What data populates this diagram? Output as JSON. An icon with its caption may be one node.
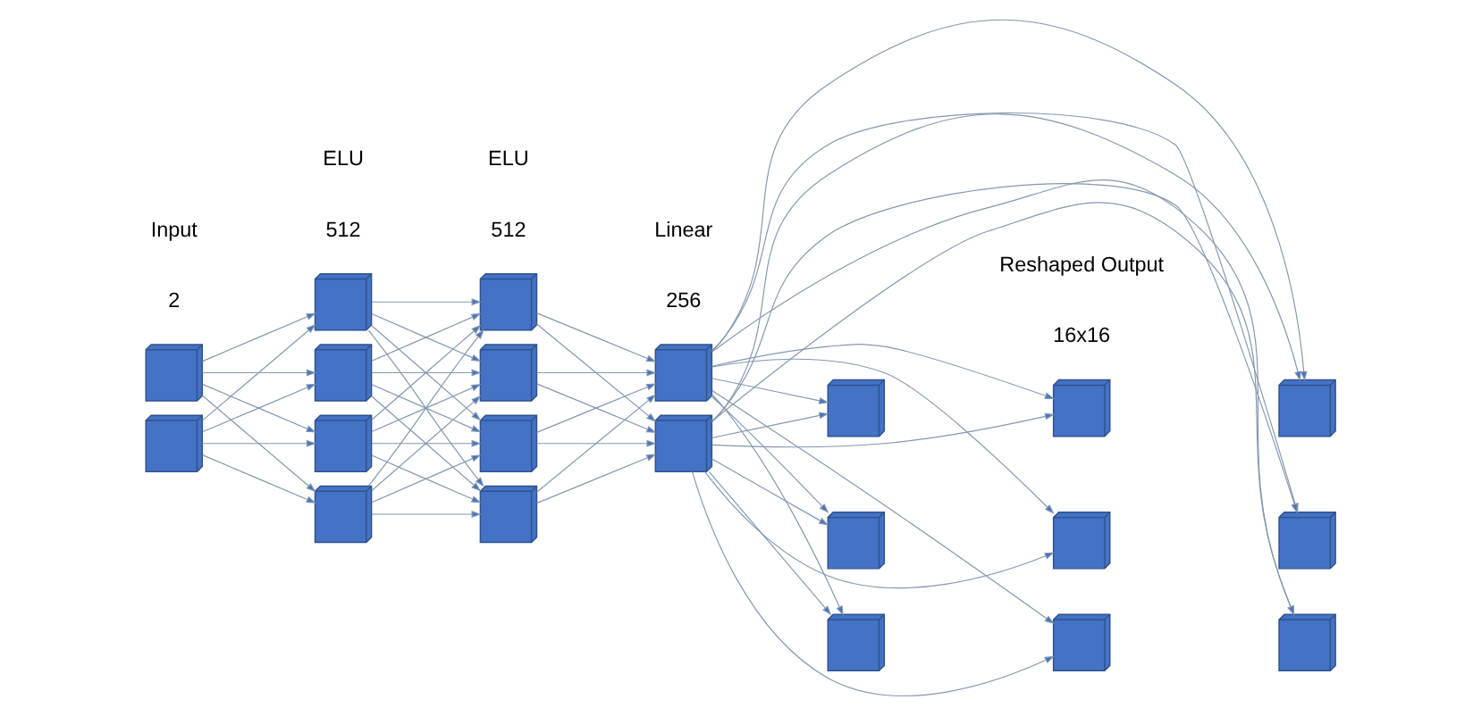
{
  "diagram": {
    "nodes": [
      {
        "text": [],
        "shape": "box"
      },
      {
        "text": [],
        "shape": "box"
      },
      {
        "text": [],
        "shape": "box"
      },
      {
        "text": [],
        "shape": "box"
      },
      {
        "text": [],
        "shape": "box"
      },
      {
        "text": [],
        "shape": "box"
      },
      {
        "text": [],
        "shape": "box"
      },
      {
        "text": [],
        "shape": "box"
      },
      {
        "text": [],
        "shape": "box"
      },
      {
        "text": [],
        "shape": "box"
      },
      {
        "text": [],
        "shape": "box"
      },
      {
        "text": [],
        "shape": "box"
      },
      {
        "text": [],
        "shape": "box"
      },
      {
        "text": [],
        "shape": "box"
      },
      {
        "text": [],
        "shape": "box"
      },
      {
        "text": [],
        "shape": "box"
      },
      {
        "text": [],
        "shape": "box"
      },
      {
        "text": [],
        "shape": "box"
      },
      {
        "text": [],
        "shape": "box"
      },
      {
        "text": [],
        "shape": "box"
      },
      {
        "text": [],
        "shape": "box"
      }
    ],
    "edges": [
      {
        "from": 0,
        "to": 2,
        "arrow": "to"
      },
      {
        "from": 0,
        "to": 3,
        "arrow": "to"
      },
      {
        "from": 0,
        "to": 4,
        "arrow": "to"
      },
      {
        "from": 0,
        "to": 5,
        "arrow": "to"
      },
      {
        "from": 1,
        "to": 2,
        "arrow": "to"
      },
      {
        "from": 1,
        "to": 3,
        "arrow": "to"
      },
      {
        "from": 1,
        "to": 4,
        "arrow": "to"
      },
      {
        "from": 1,
        "to": 5,
        "arrow": "to"
      },
      {
        "from": 2,
        "to": 6,
        "arrow": "to"
      },
      {
        "from": 2,
        "to": 7,
        "arrow": "to"
      },
      {
        "from": 2,
        "to": 8,
        "arrow": "to"
      },
      {
        "from": 2,
        "to": 9,
        "arrow": "to"
      },
      {
        "from": 3,
        "to": 6,
        "arrow": "to"
      },
      {
        "from": 3,
        "to": 7,
        "arrow": "to"
      },
      {
        "from": 3,
        "to": 8,
        "arrow": "to"
      },
      {
        "from": 3,
        "to": 9,
        "arrow": "to"
      },
      {
        "from": 4,
        "to": 6,
        "arrow": "to"
      },
      {
        "from": 4,
        "to": 7,
        "arrow": "to"
      },
      {
        "from": 4,
        "to": 8,
        "arrow": "to"
      },
      {
        "from": 4,
        "to": 9,
        "arrow": "to"
      },
      {
        "from": 5,
        "to": 6,
        "arrow": "to"
      },
      {
        "from": 5,
        "to": 7,
        "arrow": "to"
      },
      {
        "from": 5,
        "to": 8,
        "arrow": "to"
      },
      {
        "from": 5,
        "to": 9,
        "arrow": "to"
      },
      {
        "from": 6,
        "to": 10,
        "arrow": "to"
      },
      {
        "from": 6,
        "to": 11,
        "arrow": "to"
      },
      {
        "from": 7,
        "to": 10,
        "arrow": "to"
      },
      {
        "from": 7,
        "to": 11,
        "arrow": "to"
      },
      {
        "from": 8,
        "to": 10,
        "arrow": "to"
      },
      {
        "from": 8,
        "to": 11,
        "arrow": "to"
      },
      {
        "from": 9,
        "to": 10,
        "arrow": "to"
      },
      {
        "from": 9,
        "to": 11,
        "arrow": "to"
      },
      {
        "from": 10,
        "to": 12,
        "arrow": "to"
      },
      {
        "from": 10,
        "to": 13,
        "arrow": "to"
      },
      {
        "from": 10,
        "to": 14,
        "arrow": "to"
      },
      {
        "from": 10,
        "to": 15,
        "arrow": "to"
      },
      {
        "from": 10,
        "to": 16,
        "arrow": "to"
      },
      {
        "from": 10,
        "to": 17,
        "arrow": "to"
      },
      {
        "from": 10,
        "to": 18,
        "arrow": "to"
      },
      {
        "from": 10,
        "to": 19,
        "arrow": "to"
      },
      {
        "from": 10,
        "to": 20,
        "arrow": "to"
      },
      {
        "from": 11,
        "to": 12,
        "arrow": "to"
      },
      {
        "from": 11,
        "to": 13,
        "arrow": "to"
      },
      {
        "from": 11,
        "to": 14,
        "arrow": "to"
      },
      {
        "from": 11,
        "to": 15,
        "arrow": "to"
      },
      {
        "from": 11,
        "to": 16,
        "arrow": "to"
      },
      {
        "from": 11,
        "to": 17,
        "arrow": "to"
      },
      {
        "from": 11,
        "to": 18,
        "arrow": "to"
      },
      {
        "from": 11,
        "to": 19,
        "arrow": "to"
      },
      {
        "from": 11,
        "to": 20,
        "arrow": "to"
      }
    ],
    "labels": [
      "Input",
      "2",
      "ELU",
      "512",
      "ELU",
      "512",
      "Linear",
      "256",
      "Reshaped Output",
      "16x16"
    ]
  }
}
